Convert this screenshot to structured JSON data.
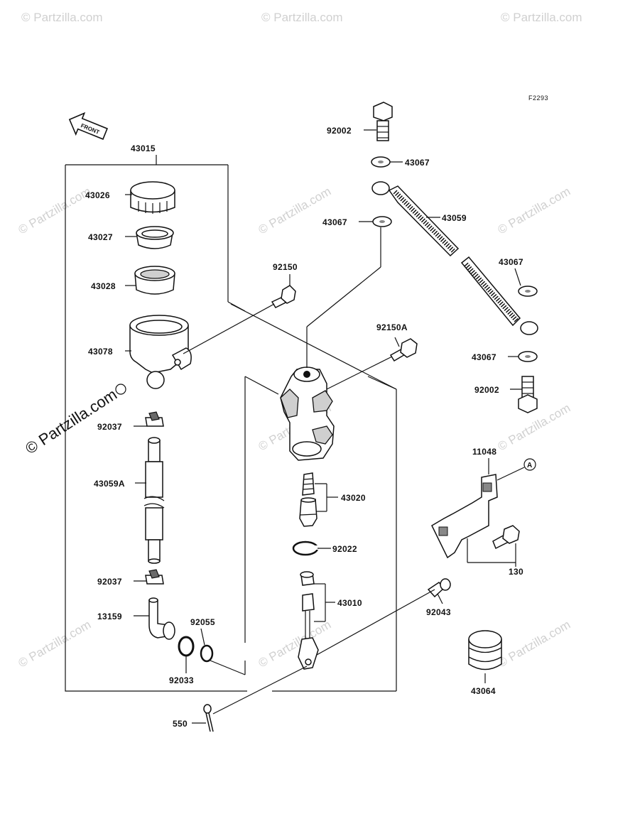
{
  "figure_code": "F2293",
  "front_arrow_label": "FRONT",
  "watermark": "© Partzilla.com",
  "part_labels": {
    "p43015": "43015",
    "p43026": "43026",
    "p43027": "43027",
    "p43028": "43028",
    "p43078": "43078",
    "p92037a": "92037",
    "p43059A": "43059A",
    "p92037b": "92037",
    "p13159": "13159",
    "p92055": "92055",
    "p92033": "92033",
    "p550": "550",
    "p92150": "92150",
    "p92150A": "92150A",
    "p43020": "43020",
    "p92022": "92022",
    "p43010": "43010",
    "p92043": "92043",
    "p92002a": "92002",
    "p43067a": "43067",
    "p43067b": "43067",
    "p43059": "43059",
    "p43067c": "43067",
    "p43067d": "43067",
    "p92002b": "92002",
    "p11048": "11048",
    "pA": "A",
    "p130": "130",
    "p43064": "43064"
  }
}
